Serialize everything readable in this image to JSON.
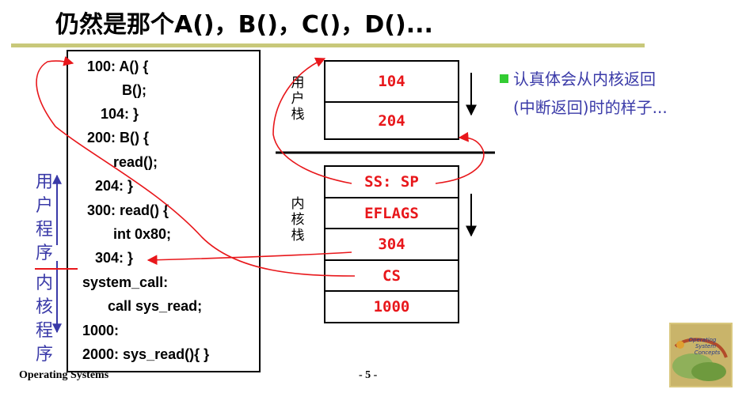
{
  "title": "仍然是那个A()，B()，C()，D()...",
  "code_lines": [
    "100: A() {",
    "B();",
    "104: }",
    "200: B() {",
    "read();",
    "204: }",
    "300: read() {",
    "int 0x80;",
    "304: }",
    "system_call:",
    "call sys_read;",
    "1000:",
    "2000: sys_read(){    }"
  ],
  "user_stack": {
    "label": "用户栈",
    "cells": [
      "104",
      "204"
    ]
  },
  "kernel_stack": {
    "label": "内核栈",
    "cells": [
      "SS: SP",
      "EFLAGS",
      "304",
      "CS",
      "1000"
    ]
  },
  "side_labels": {
    "user_program": "用户程序",
    "kernel_program": "内核程序"
  },
  "bullet": {
    "line1": "认真体会从内核返回",
    "line2": "(中断返回)时的样子..."
  },
  "footer": {
    "course": "Operating Systems",
    "page": "- 5 -"
  },
  "book_cover_title": "Operating System Concepts",
  "colors": {
    "accent_red": "#e8171b",
    "text_blue": "#3a3aa8",
    "rule": "#c8c87a",
    "bullet": "#33cc33"
  }
}
